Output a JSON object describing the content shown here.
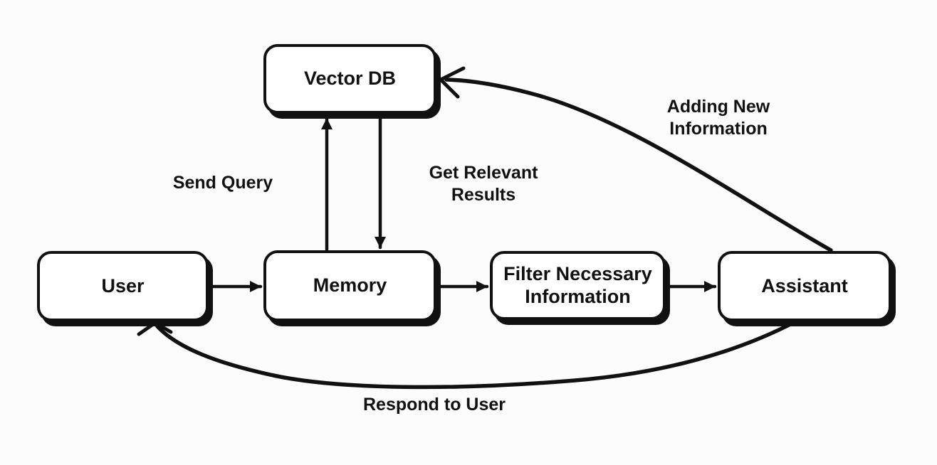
{
  "colors": {
    "bg": "#fcfcfc",
    "stroke": "#111111",
    "node-fill": "#ffffff"
  },
  "nodes": {
    "vector_db": {
      "label": "Vector DB"
    },
    "user": {
      "label": "User"
    },
    "memory": {
      "label": "Memory"
    },
    "filter": {
      "label": "Filter Necessary Information"
    },
    "assistant": {
      "label": "Assistant"
    }
  },
  "edge_labels": {
    "send_query": "Send Query",
    "get_relevant_results": "Get Relevant Results",
    "adding_new_information": "Adding New Information",
    "respond_to_user": "Respond to User"
  },
  "edges": [
    {
      "from": "user",
      "to": "memory",
      "label": ""
    },
    {
      "from": "memory",
      "to": "filter",
      "label": ""
    },
    {
      "from": "filter",
      "to": "assistant",
      "label": ""
    },
    {
      "from": "memory",
      "to": "vector_db",
      "label": "Send Query"
    },
    {
      "from": "vector_db",
      "to": "memory",
      "label": "Get Relevant Results"
    },
    {
      "from": "assistant",
      "to": "vector_db",
      "label": "Adding New Information"
    },
    {
      "from": "assistant",
      "to": "user",
      "label": "Respond to User"
    }
  ]
}
